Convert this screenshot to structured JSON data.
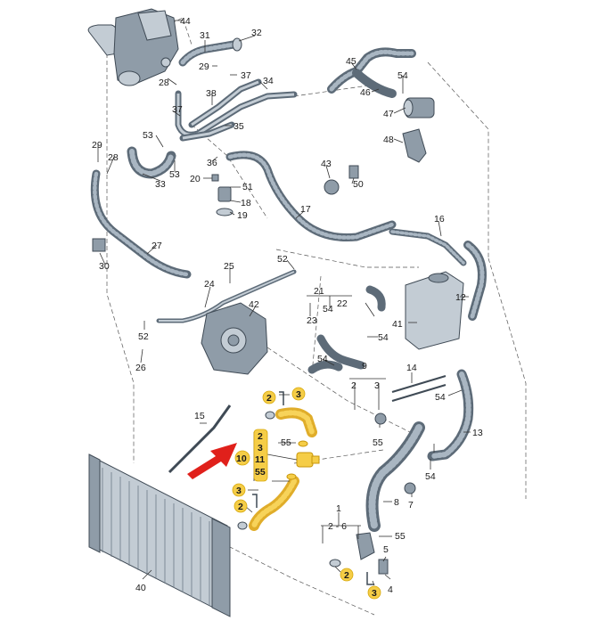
{
  "diagram": {
    "part_numbers": [
      "1",
      "2 - 6",
      "2",
      "3",
      "4",
      "5",
      "7",
      "8",
      "9",
      "10",
      "11",
      "12",
      "13",
      "14",
      "15",
      "16",
      "17",
      "18",
      "19",
      "20",
      "21",
      "22",
      "23",
      "24",
      "25",
      "26",
      "27",
      "28",
      "29",
      "30",
      "31",
      "32",
      "33",
      "34",
      "35",
      "36",
      "37",
      "38",
      "40",
      "41",
      "42",
      "43",
      "44",
      "45",
      "46",
      "47",
      "48",
      "50",
      "51",
      "52",
      "53",
      "54",
      "55"
    ],
    "highlighted_parts": [
      "2",
      "3",
      "10",
      "11",
      "55"
    ],
    "highlight_color": "#f5cd47",
    "pointer_color": "#e0201b",
    "hose_color": "#5d6b78",
    "labels": {
      "p44": "44",
      "p31": "31",
      "p32": "32",
      "p29a": "29",
      "p37a": "37",
      "p28a": "28",
      "p38": "38",
      "p34": "34",
      "p37b": "37",
      "p35": "35",
      "p53a": "53",
      "p53b": "53",
      "p36": "36",
      "p33": "33",
      "p20": "20",
      "p51": "51",
      "p18": "18",
      "p19": "19",
      "p29b": "29",
      "p28b": "28",
      "p27": "27",
      "p30": "30",
      "p45": "45",
      "p46": "46",
      "p54a": "54",
      "p47": "47",
      "p48": "48",
      "p43": "43",
      "p50": "50",
      "p17": "17",
      "p16": "16",
      "p25": "25",
      "p52a": "52",
      "p24": "24",
      "p42": "42",
      "p52b": "52",
      "p26": "26",
      "p21": "21",
      "p22": "22",
      "p54b": "54",
      "p23": "23",
      "p54c": "54",
      "p41": "41",
      "p12": "12",
      "p54d": "54",
      "p14": "14",
      "p9": "9",
      "p2a": "2",
      "p3a": "3",
      "p54e": "54",
      "p13": "13",
      "p55a": "55",
      "p54f": "54",
      "p7": "7",
      "p8": "8",
      "p15": "15",
      "p2b": "2",
      "p3b": "3",
      "p2c": "2",
      "p3c": "3",
      "p55b": "55",
      "p10": "10",
      "p11": "11",
      "p55c": "55",
      "p3d": "3",
      "p2d": "2",
      "p1": "1",
      "p2to6": "2 - 6",
      "p55d": "55",
      "p5": "5",
      "p2e": "2",
      "p4": "4",
      "p3e": "3",
      "p40": "40"
    }
  }
}
